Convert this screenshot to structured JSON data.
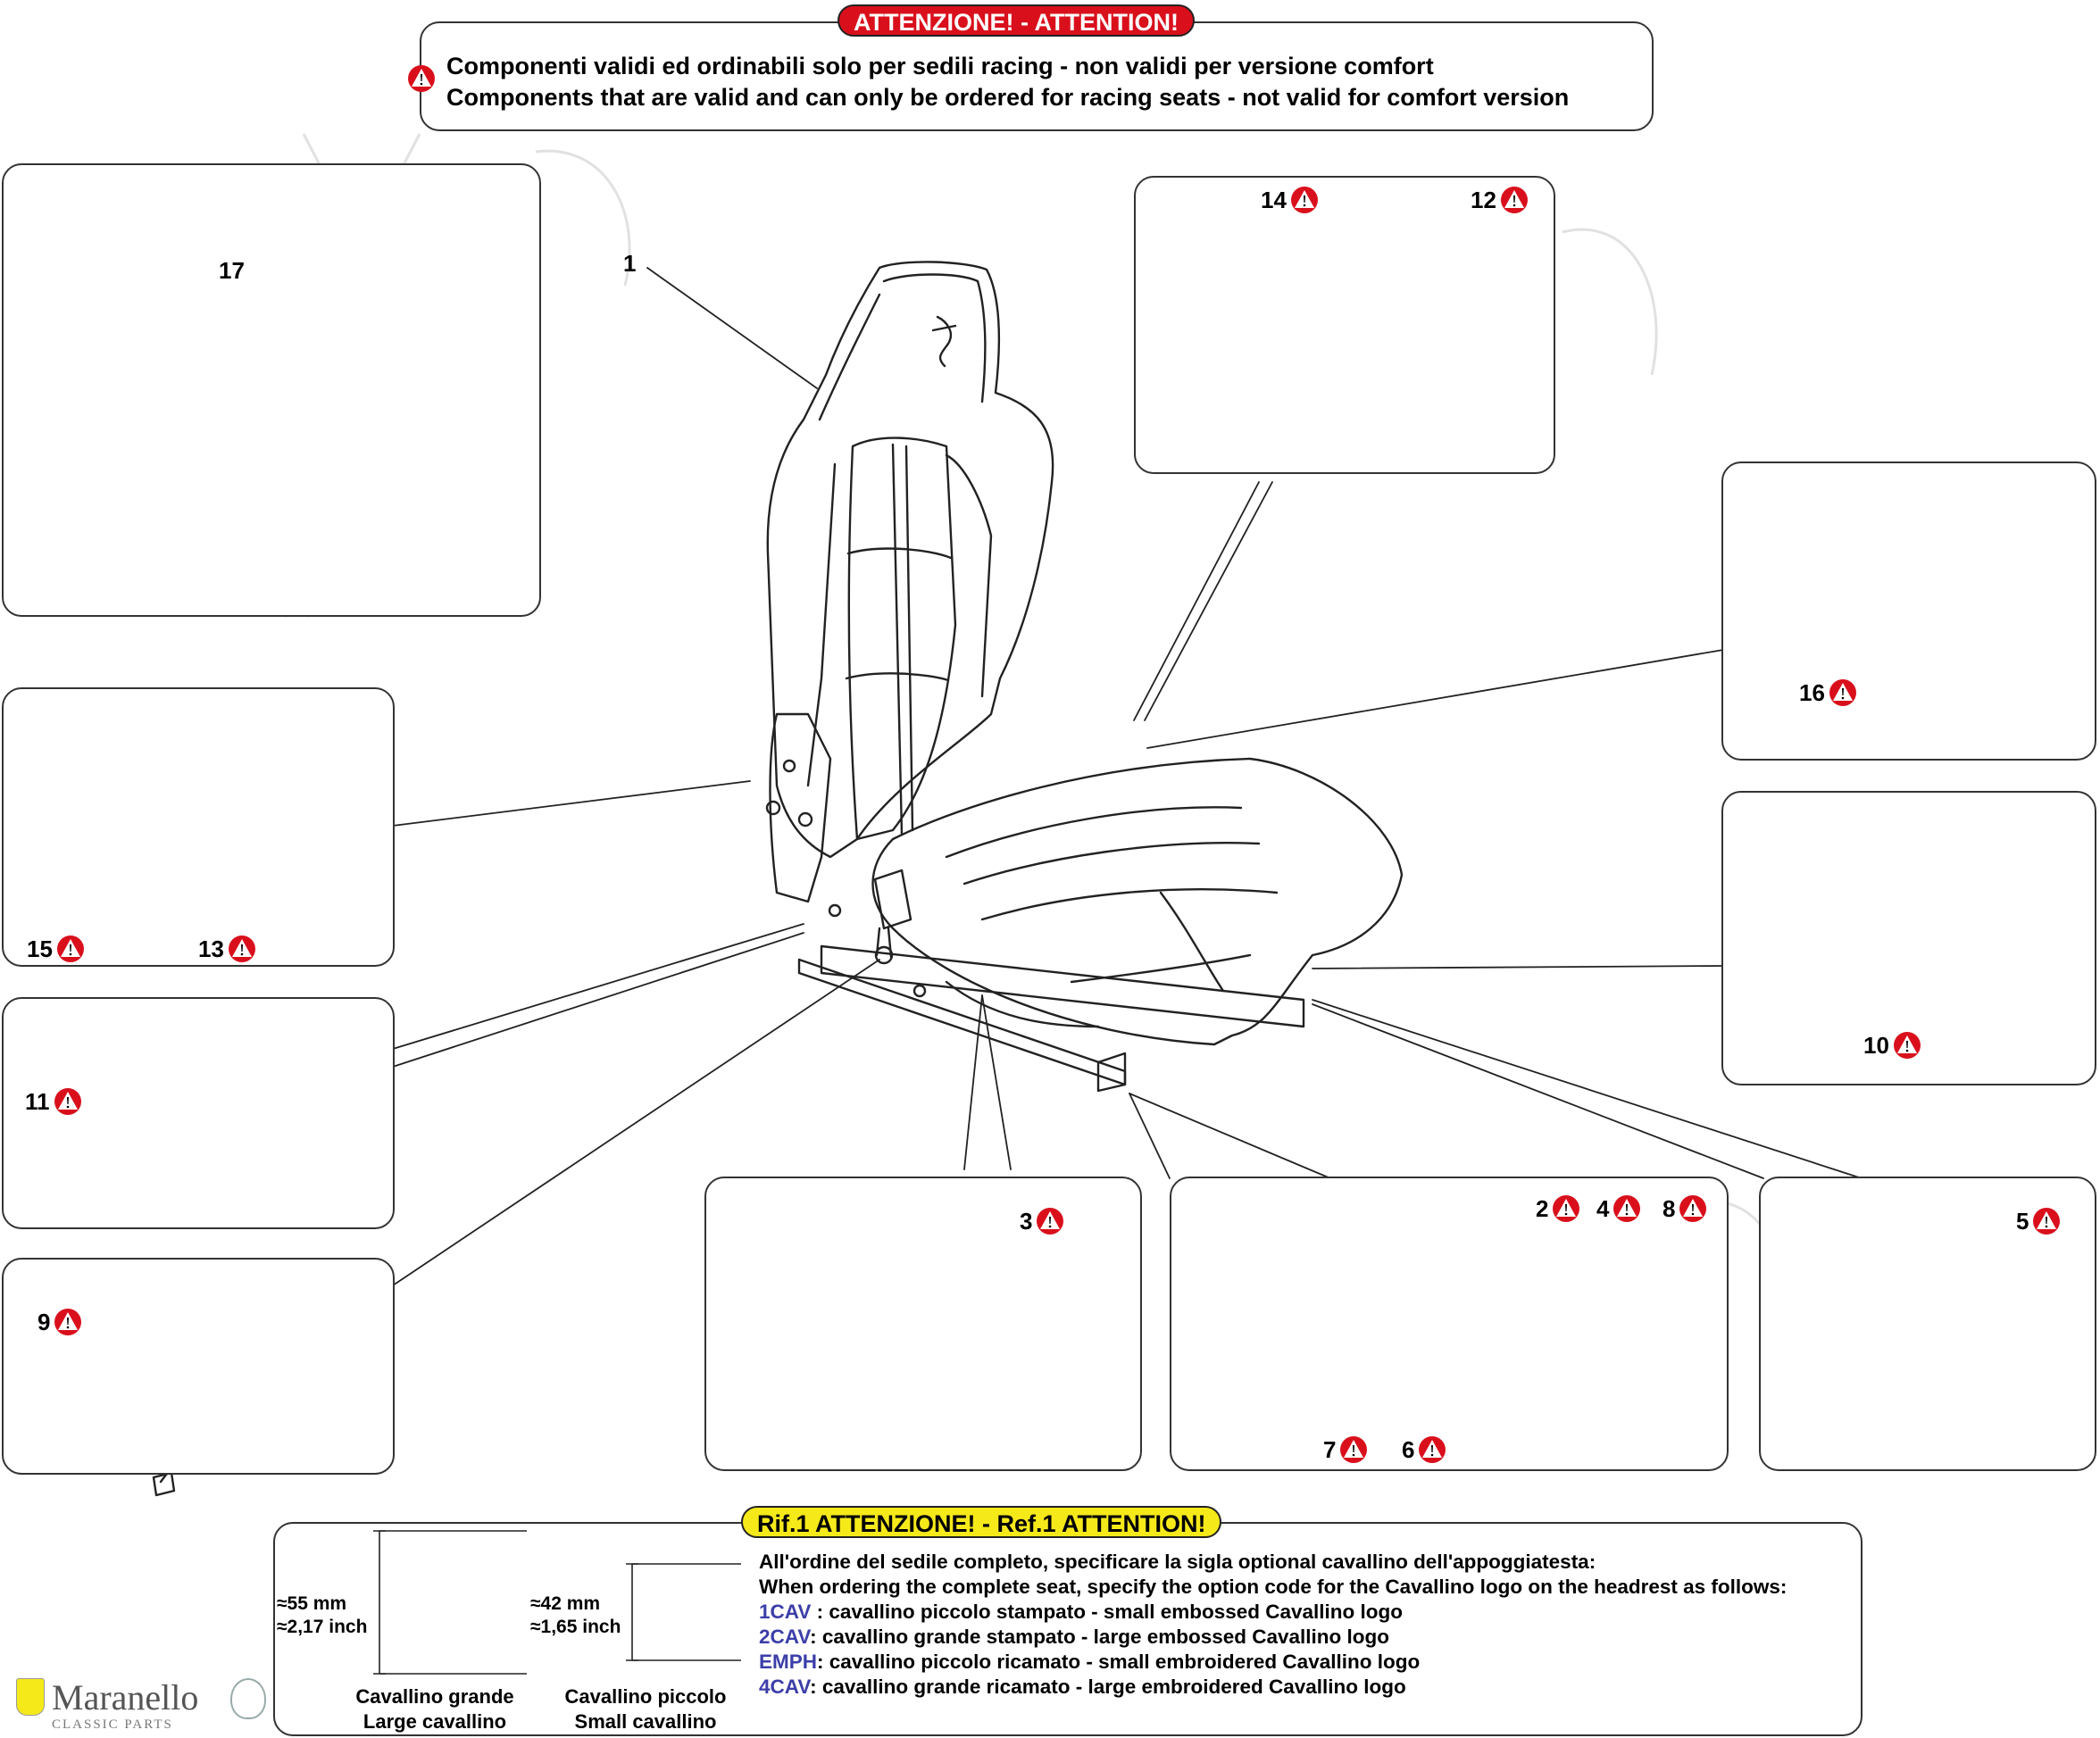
{
  "warning_header": {
    "badge": "ATTENZIONE! - ATTENTION!",
    "line_it": "Componenti validi ed ordinabili solo per sedili  racing - non validi per versione  comfort",
    "line_en": "Components that are valid and can only be ordered for racing  seats - not valid for comfort  version"
  },
  "callouts": {
    "c1": "1",
    "c2": "2",
    "c3": "3",
    "c4": "4",
    "c5": "5",
    "c6": "6",
    "c7": "7",
    "c8": "8",
    "c9": "9",
    "c10": "10",
    "c11": "11",
    "c12": "12",
    "c13": "13",
    "c14": "14",
    "c15": "15",
    "c16": "16",
    "c17": "17"
  },
  "ref_note": {
    "badge": "Rif.1 ATTENZIONE! - Ref.1 ATTENTION!",
    "large_mm": "≈55 mm",
    "large_inch": "≈2,17 inch",
    "small_mm": "≈42 mm",
    "small_inch": "≈1,65 inch",
    "large_caption_it": "Cavallino grande",
    "large_caption_en": "Large cavallino",
    "small_caption_it": "Cavallino piccolo",
    "small_caption_en": "Small cavallino",
    "text_it": "All'ordine del sedile completo, specificare la sigla optional cavallino dell'appoggiatesta:",
    "text_en": "When ordering the complete seat, specify the option code for the Cavallino logo on the headrest as follows:",
    "options": [
      {
        "code": "1CAV",
        "desc": " : cavallino piccolo stampato - small embossed Cavallino logo"
      },
      {
        "code": "2CAV",
        "desc": ": cavallino grande stampato - large embossed Cavallino logo"
      },
      {
        "code": "EMPH",
        "desc": ": cavallino piccolo ricamato - small embroidered Cavallino logo"
      },
      {
        "code": "4CAV",
        "desc": ": cavallino grande ricamato - large embroidered Cavallino logo"
      }
    ]
  },
  "brand": {
    "name": "Maranello",
    "sub": "CLASSIC PARTS"
  },
  "colors": {
    "attention_red": "#d9101c",
    "ref_yellow": "#f6e91a",
    "option_code_blue": "#3b3ea8"
  }
}
